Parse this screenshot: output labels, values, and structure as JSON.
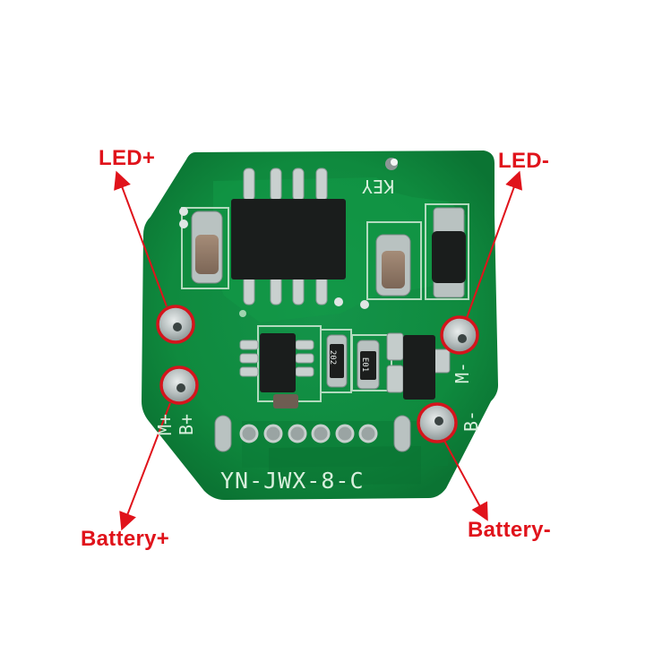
{
  "image": {
    "subject": "Round green LED driver PCB module with labeled solder pads",
    "background_color": "#ffffff",
    "board_color": "#108a3c",
    "annotation_color": "#e0131b"
  },
  "annotations": [
    {
      "id": "led-plus",
      "label": "LED+"
    },
    {
      "id": "led-minus",
      "label": "LED-"
    },
    {
      "id": "battery-plus",
      "label": "Battery+"
    },
    {
      "id": "battery-minus",
      "label": "Battery-"
    }
  ],
  "silkscreen": {
    "model": "YN-JWX-8-C",
    "key": "KEY",
    "b_plus": "B+",
    "m_plus": "M+",
    "m_minus": "M-",
    "b_minus": "B-",
    "resistor_1": "202",
    "resistor_2": "E01"
  }
}
